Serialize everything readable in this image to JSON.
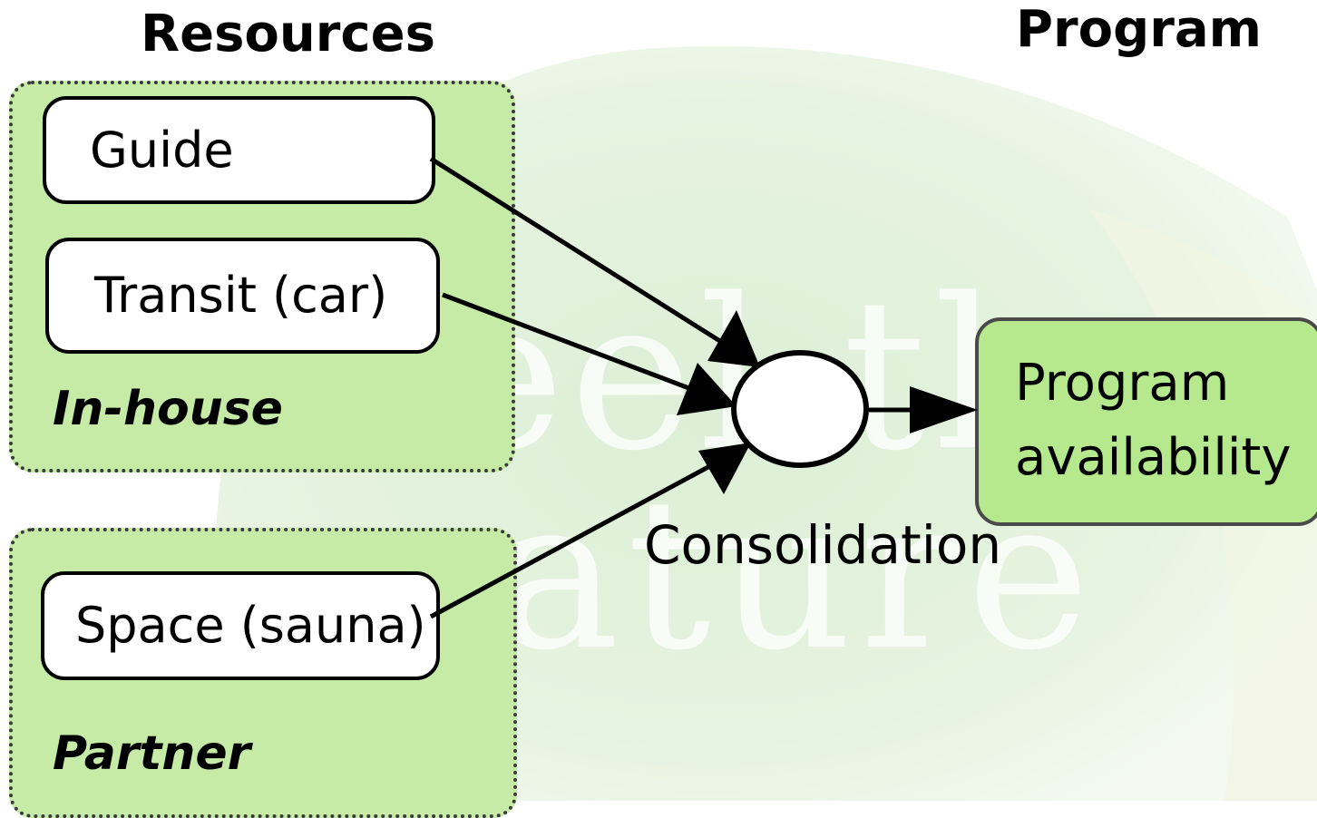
{
  "headers": {
    "resources": "Resources",
    "program": "Program"
  },
  "groups": {
    "inhouse": {
      "label": "In-house",
      "items": [
        "Guide",
        "Transit (car)"
      ]
    },
    "partner": {
      "label": "Partner",
      "items": [
        "Space (sauna)"
      ]
    }
  },
  "consolidation": {
    "label": "Consolidation"
  },
  "output": {
    "line1": "Program",
    "line2": "availability"
  },
  "watermark": {
    "line1": "feel the",
    "line2": "nature"
  },
  "colors": {
    "group_fill": "#c5eba6",
    "output_fill": "#b6e98e",
    "leaf_background": "#e4f2df",
    "arrow": "#000000"
  }
}
